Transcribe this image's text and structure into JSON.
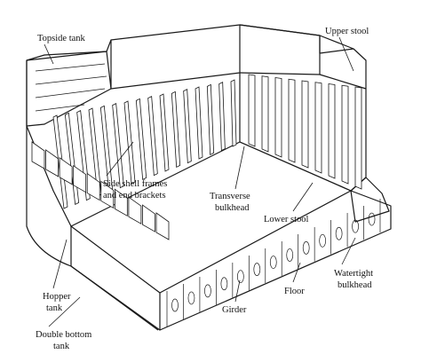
{
  "labels": {
    "topside_tank": "Topside tank",
    "upper_stool": "Upper stool",
    "side_shell_line1": "Side shell frames",
    "side_shell_line2": "and end brackets",
    "transverse_line1": "Transverse",
    "transverse_line2": "bulkhead",
    "lower_stool": "Lower stool",
    "hopper_line1": "Hopper",
    "hopper_line2": "tank",
    "double_bottom_line1": "Double bottom",
    "double_bottom_line2": "tank",
    "girder": "Girder",
    "floor": "Floor",
    "watertight_line1": "Watertight",
    "watertight_line2": "bulkhead"
  },
  "colors": {
    "ink": "#1a1a1a",
    "paper": "#ffffff"
  }
}
